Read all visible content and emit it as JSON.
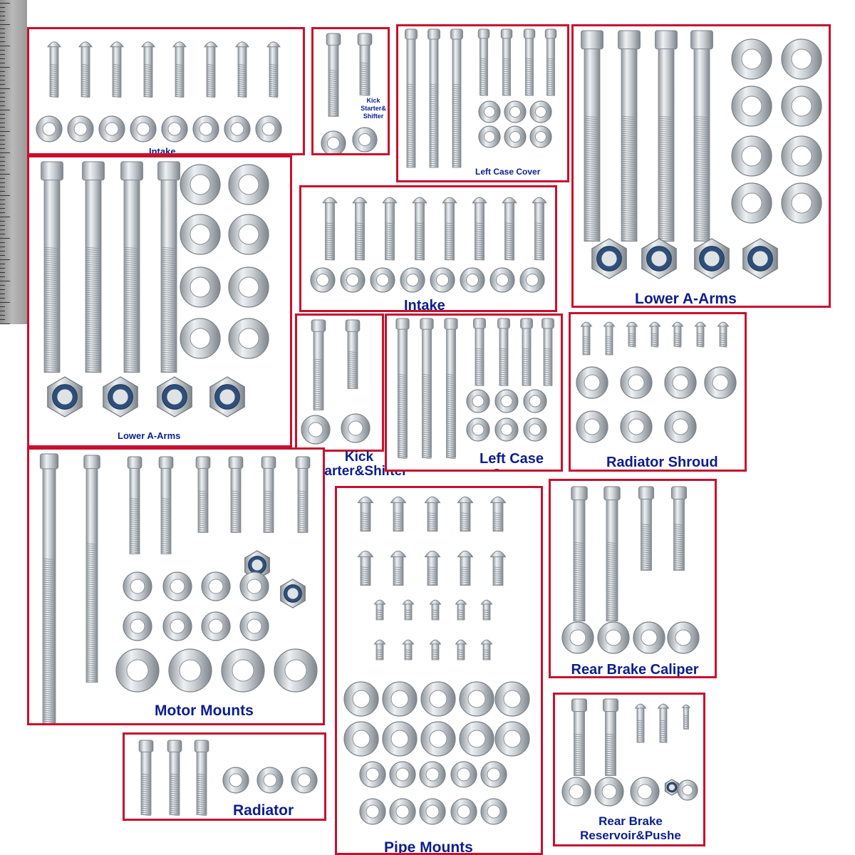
{
  "colors": {
    "frame": "#c8102e",
    "label": "#0b1e8c",
    "steel": "#c9ced3",
    "nylon": "#2f4f7a"
  },
  "kits": [
    {
      "name": "intake-kit-1",
      "label": "Intake"
    },
    {
      "name": "kick-starter-kit-1",
      "label": "Kick Starter& Shifter"
    },
    {
      "name": "left-case-cover-kit-1",
      "label": "Left Case Cover"
    },
    {
      "name": "lower-a-arms-kit-1",
      "label": "Lower A-Arms"
    },
    {
      "name": "lower-a-arms-kit-2",
      "label": "Lower A-Arms"
    },
    {
      "name": "intake-kit-2",
      "label": "Intake"
    },
    {
      "name": "kick-starter-kit-2",
      "label": "Kick Starter&Shifter"
    },
    {
      "name": "left-case-cover-kit-2",
      "label": "Left Case Cover"
    },
    {
      "name": "radiator-shroud-kit",
      "label": "Radiator Shroud"
    },
    {
      "name": "motor-mounts-kit",
      "label": "Motor Mounts"
    },
    {
      "name": "pipe-mounts-kit",
      "label": "Pipe Mounts"
    },
    {
      "name": "rear-brake-caliper-kit",
      "label": "Rear Brake Caliper Mount"
    },
    {
      "name": "radiator-kit",
      "label": "Radiator"
    },
    {
      "name": "rear-brake-reservoir-kit",
      "label": "Rear Brake Reservoir&Pushe"
    }
  ]
}
